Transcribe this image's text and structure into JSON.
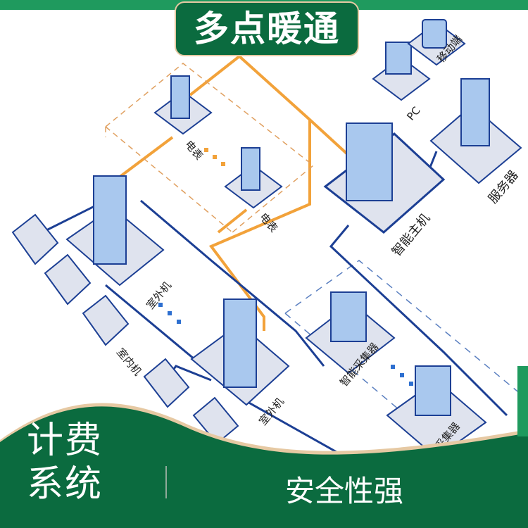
{
  "header": {
    "title": "多点暖通"
  },
  "diagram": {
    "labels": {
      "meter_1": "电表",
      "meter_2": "电表",
      "mobile": "移动端",
      "pc": "PC",
      "server": "服务器",
      "host": "智能主机",
      "outdoor_1": "室外机",
      "outdoor_2": "室外机",
      "indoor": "室内机",
      "collector_1": "智能采集器",
      "collector_2": "采集器"
    },
    "colors": {
      "power_line": "#f2a23a",
      "bus_line": "#1c3f94",
      "platform": "#dfe3ee",
      "device": "#a9c8ee"
    }
  },
  "footer": {
    "title_line1": "计费",
    "title_line2": "系统",
    "feature": "安全性强"
  },
  "colors": {
    "brand_green": "#0b6b3f",
    "accent_green": "#1f9a5e",
    "border_beige": "#e6c9a3"
  }
}
